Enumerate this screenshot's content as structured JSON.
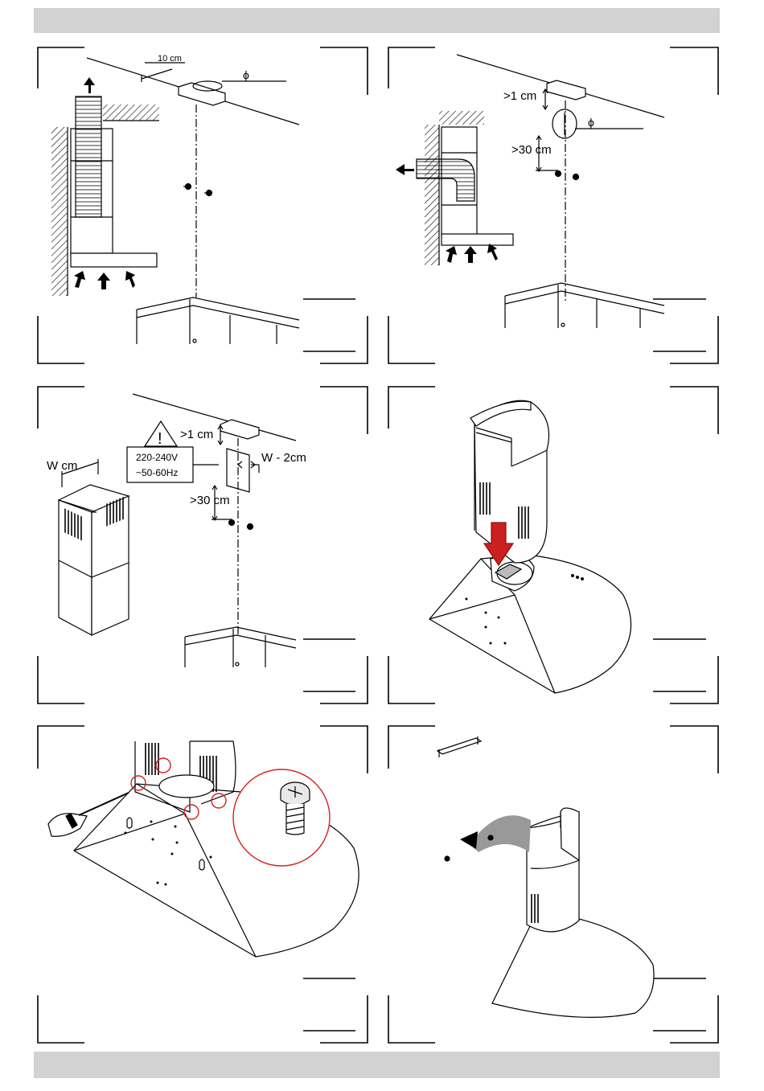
{
  "panel1": {
    "dim_10cm": "10 cm",
    "phi": "ϕ"
  },
  "panel2": {
    "dim_gt1": ">1 cm",
    "dim_gt30": ">30 cm",
    "phi": "ϕ"
  },
  "panel3": {
    "width_label": "W cm",
    "bracket_label": "W - 2cm",
    "dim_gt1": ">1 cm",
    "dim_gt30": ">30 cm",
    "warning_symbol": "!",
    "voltage": "220-240V",
    "frequency": "~50-60Hz"
  },
  "colors": {
    "band": "#d2d2d2",
    "line": "#000000",
    "arrow_red": "#cc1f1f",
    "circle_red": "#d42020"
  }
}
